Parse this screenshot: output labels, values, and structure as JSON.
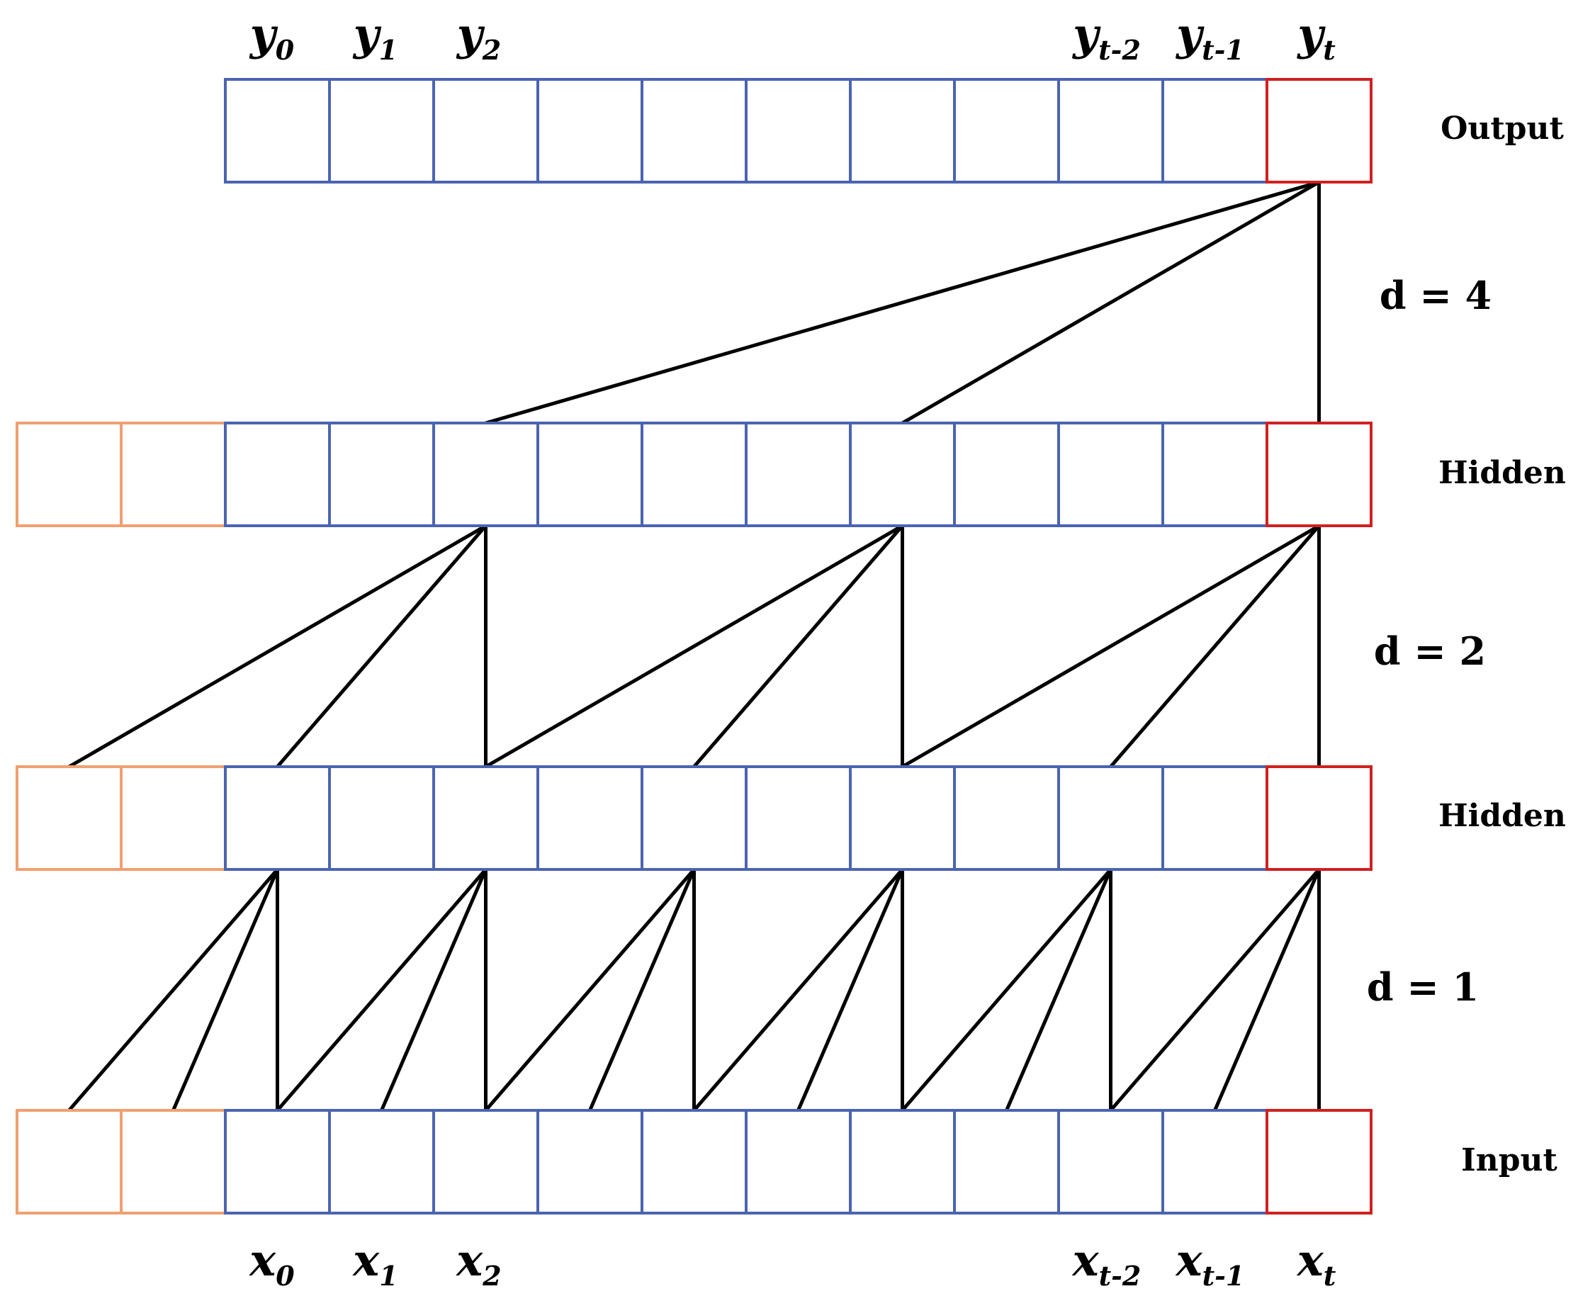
{
  "colors": {
    "cell": "#4a64b0",
    "padding": "#f0a070",
    "current": "#d02020",
    "edge": "#000000"
  },
  "layers": [
    {
      "label": "Output",
      "padding_cells": 0
    },
    {
      "label": "Hidden",
      "padding_cells": 2
    },
    {
      "label": "Hidden",
      "padding_cells": 2
    },
    {
      "label": "Input",
      "padding_cells": 2
    }
  ],
  "dilations": [
    {
      "label": "d = 4",
      "value": 4
    },
    {
      "label": "d = 2",
      "value": 2
    },
    {
      "label": "d = 1",
      "value": 1
    }
  ],
  "top_labels": [
    {
      "base": "y",
      "sub": "0"
    },
    {
      "base": "y",
      "sub": "1"
    },
    {
      "base": "y",
      "sub": "2"
    },
    {
      "base": "y",
      "sub": "t-2"
    },
    {
      "base": "y",
      "sub": "t-1"
    },
    {
      "base": "y",
      "sub": "t"
    }
  ],
  "bottom_labels": [
    {
      "base": "x",
      "sub": "0"
    },
    {
      "base": "x",
      "sub": "1"
    },
    {
      "base": "x",
      "sub": "2"
    },
    {
      "base": "x",
      "sub": "t-2"
    },
    {
      "base": "x",
      "sub": "t-1"
    },
    {
      "base": "x",
      "sub": "t"
    }
  ]
}
